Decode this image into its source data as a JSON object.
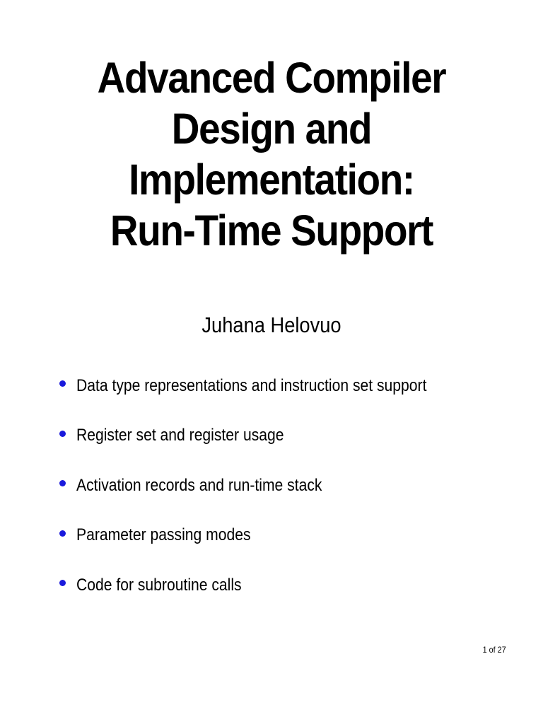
{
  "slide": {
    "title_lines": [
      "Advanced Compiler",
      "Design and",
      "Implementation:",
      "Run-Time Support"
    ],
    "author": "Juhana Helovuo",
    "bullets": [
      "Data type representations and instruction set support",
      "Register set and register usage",
      "Activation records and run-time stack",
      "Parameter passing modes",
      "Code for subroutine calls"
    ],
    "page_indicator": "1 of 27"
  },
  "colors": {
    "bullet": "#1a1adc",
    "text": "#000000",
    "background": "#ffffff"
  }
}
